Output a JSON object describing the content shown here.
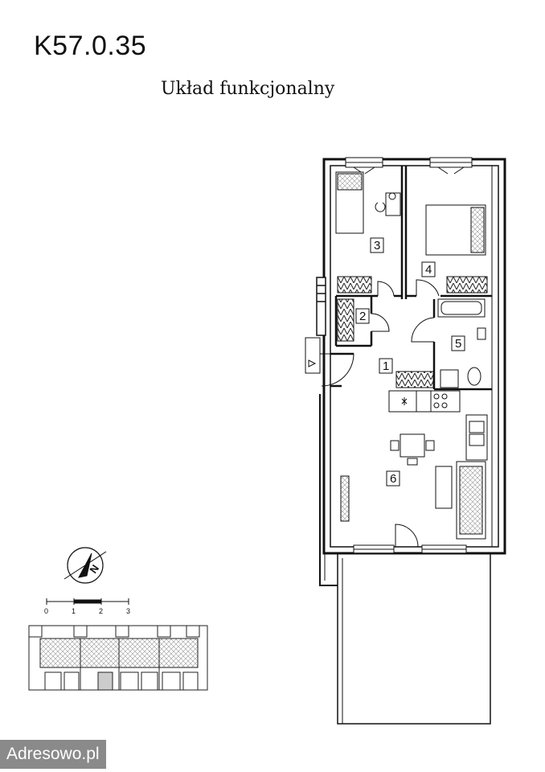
{
  "header": {
    "unit_code": "K57.0.35",
    "subtitle": "Układ funkcjonalny"
  },
  "rooms": [
    {
      "number": "1"
    },
    {
      "number": "2"
    },
    {
      "number": "3"
    },
    {
      "number": "4"
    },
    {
      "number": "5"
    },
    {
      "number": "6"
    }
  ],
  "compass": {
    "north_label": "N"
  },
  "scale_bar": {
    "ticks": [
      "0",
      "1",
      "2",
      "3"
    ]
  },
  "watermark": {
    "text": "Adresowo.pl"
  }
}
